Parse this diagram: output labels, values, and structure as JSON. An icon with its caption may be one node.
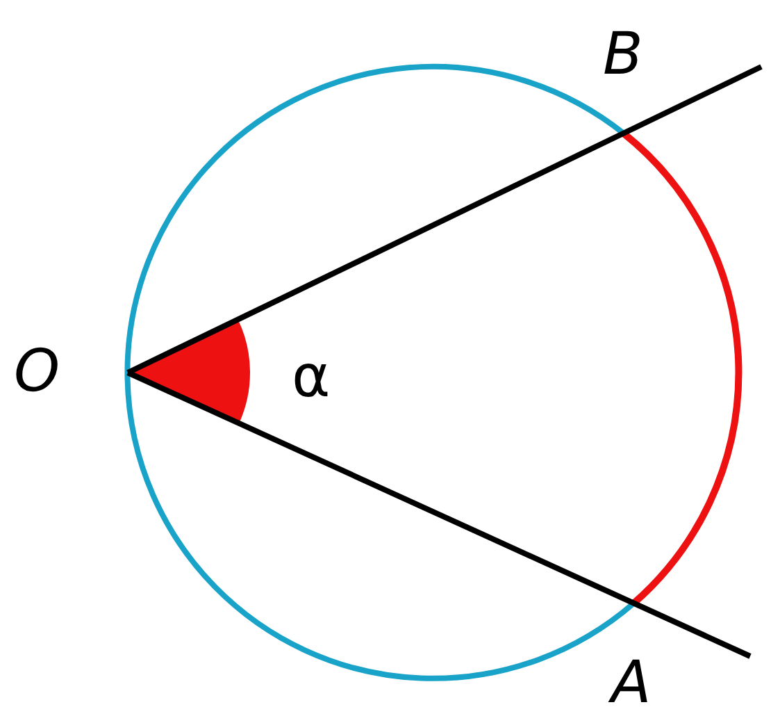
{
  "diagram": {
    "labels": [
      "B",
      "O",
      "α",
      "A"
    ]
  }
}
